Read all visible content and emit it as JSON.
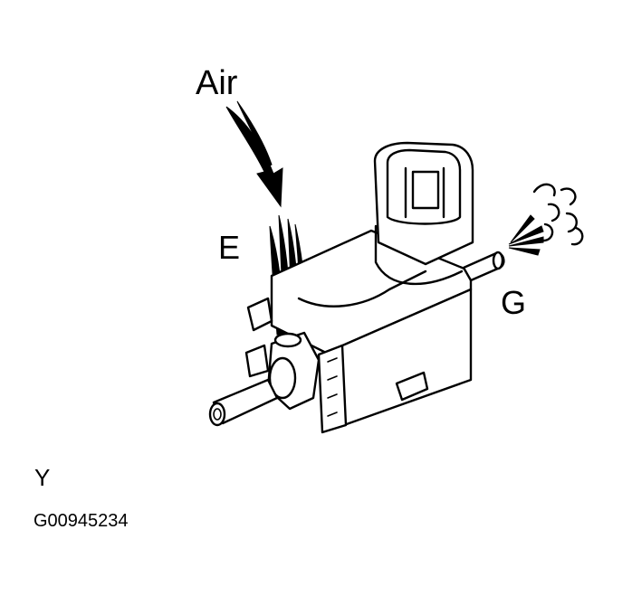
{
  "labels": {
    "air": "Air",
    "port_e": "E",
    "port_g": "G",
    "view": "Y",
    "figure_id": "G00945234"
  },
  "icons": [
    "air-inflow-arrow",
    "air-outflow-puff"
  ],
  "colors": {
    "ink": "#000000",
    "paper": "#ffffff"
  }
}
